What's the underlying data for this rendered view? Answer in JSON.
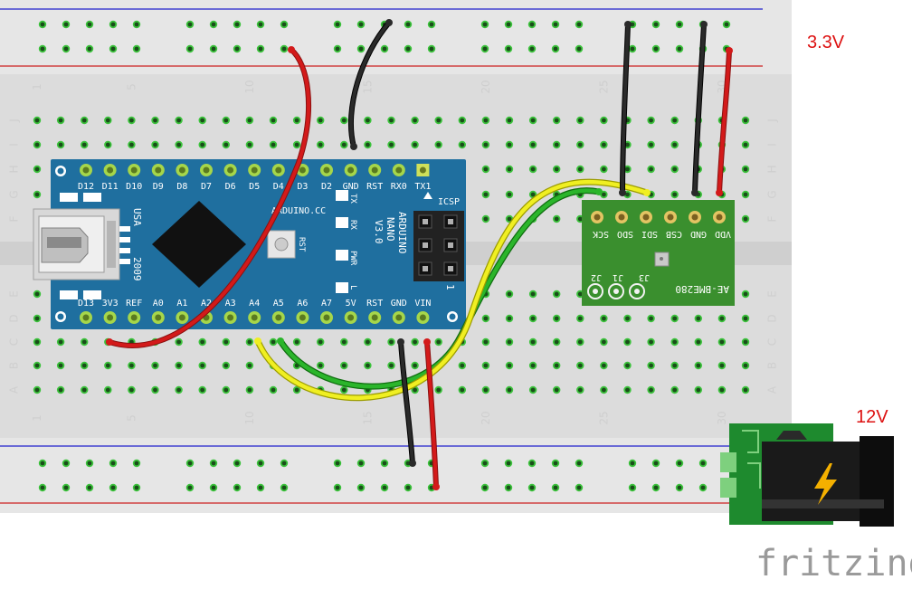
{
  "labels": {
    "voltage_3v3": "3.3V",
    "voltage_12v": "12V",
    "logo": "fritzing"
  },
  "breadboard": {
    "column_numbers": [
      "1",
      "5",
      "10",
      "15",
      "20",
      "25",
      "30"
    ],
    "row_letters_top": [
      "J",
      "I",
      "H",
      "G",
      "F"
    ],
    "row_letters_bottom": [
      "E",
      "D",
      "C",
      "B",
      "A"
    ]
  },
  "arduino": {
    "top_pins": [
      "D12",
      "D11",
      "D10",
      "D9",
      "D8",
      "D7",
      "D6",
      "D5",
      "D4",
      "D3",
      "D2",
      "GND",
      "RST",
      "RX0",
      "TX1"
    ],
    "bottom_pins": [
      "D13",
      "3V3",
      "REF",
      "A0",
      "A1",
      "A2",
      "A3",
      "A4",
      "A5",
      "A6",
      "A7",
      "5V",
      "RST",
      "GND",
      "VIN"
    ],
    "usa_text": "USA",
    "year_text": "2009",
    "site_text": "ARDUINO.CC",
    "name_lines": [
      "ARDUINO",
      "NANO",
      "V3.0"
    ],
    "icsp_text": "ICSP",
    "rst_text": "RST",
    "led_labels": [
      "TX",
      "RX",
      "PWR",
      "L"
    ],
    "one_text": "1"
  },
  "sensor": {
    "pin_labels": [
      "SCK",
      "SDO",
      "SDI",
      "CSB",
      "GND",
      "VDD"
    ],
    "jumper_labels": [
      "J2",
      "J1",
      "J3"
    ],
    "model_text": "AE-BME280"
  },
  "power_jack": {
    "symbol": "lightning-bolt-icon"
  }
}
